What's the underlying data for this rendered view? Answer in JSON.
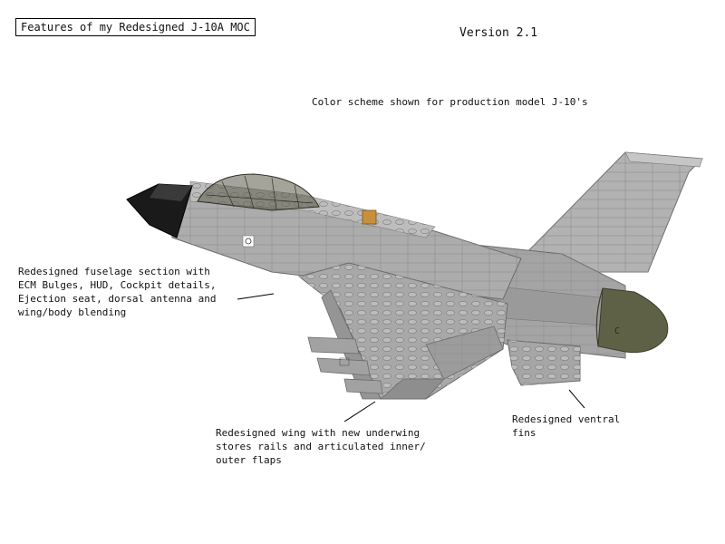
{
  "title": "Features of my Redesigned J-10A MOC",
  "version": "Version 2.1",
  "color_scheme_note": "Color scheme shown for production model J-10's",
  "annotations": {
    "fuselage": [
      "Redesigned fuselage section with",
      "ECM Bulges, HUD, Cockpit details,",
      "Ejection seat, dorsal antenna and",
      "wing/body blending"
    ],
    "wing": [
      "Redesigned wing with new underwing",
      "stores rails and articulated inner/",
      "outer flaps"
    ],
    "ventral_fins": [
      "Redesigned ventral",
      "fins"
    ]
  },
  "colors": {
    "airframe": "#a9a9a9",
    "airframe_dark": "#8a8a8a",
    "nose": "#1a1a1a",
    "nozzle": "#5f6146",
    "antenna": "#c8903c",
    "canopy": "#5a5a48"
  }
}
